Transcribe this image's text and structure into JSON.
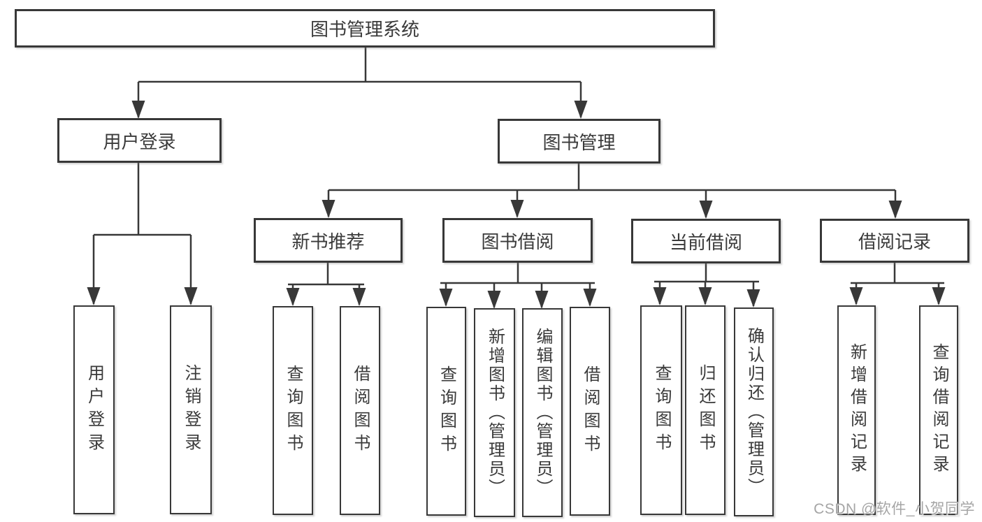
{
  "title": "图书管理系统",
  "tree": {
    "label": "图书管理系统",
    "children": [
      {
        "label": "用户登录",
        "children": [
          {
            "label": "用户登录"
          },
          {
            "label": "注销登录"
          }
        ]
      },
      {
        "label": "图书管理",
        "children": [
          {
            "label": "新书推荐",
            "children": [
              {
                "label": "查询图书"
              },
              {
                "label": "借阅图书"
              }
            ]
          },
          {
            "label": "图书借阅",
            "children": [
              {
                "label": "查询图书"
              },
              {
                "label": "新增图书（管理员）"
              },
              {
                "label": "编辑图书（管理员）"
              },
              {
                "label": "借阅图书"
              }
            ]
          },
          {
            "label": "当前借阅",
            "children": [
              {
                "label": "查询图书"
              },
              {
                "label": "归还图书"
              },
              {
                "label": "确认归还（管理员）"
              }
            ]
          },
          {
            "label": "借阅记录",
            "children": [
              {
                "label": "新增借阅记录"
              },
              {
                "label": "查询借阅记录"
              }
            ]
          }
        ]
      }
    ]
  },
  "watermark": "CSDN @软件_小贺同学",
  "colors": {
    "line": "#383838",
    "text": "#3a3a3a",
    "background": "#ffffff",
    "watermark": "#a5a5a5"
  }
}
